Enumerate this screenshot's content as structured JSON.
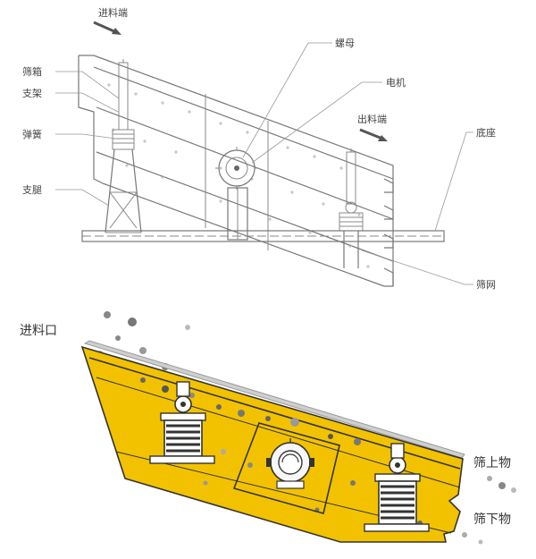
{
  "top_diagram": {
    "feed_end": "进料端",
    "discharge_end": "出料端",
    "labels": {
      "screen_box": "筛箱",
      "bracket": "支架",
      "spring": "弹簧",
      "support_leg": "支腿",
      "nut": "螺母",
      "motor": "电机",
      "base": "底座",
      "screen_mesh": "筛网"
    }
  },
  "bottom_diagram": {
    "feed_inlet": "进料口",
    "oversize": "筛上物",
    "undersize": "筛下物"
  },
  "colors": {
    "body_yellow": "#f2c200",
    "outline_dark": "#333333",
    "arrow_gray": "#555555"
  }
}
